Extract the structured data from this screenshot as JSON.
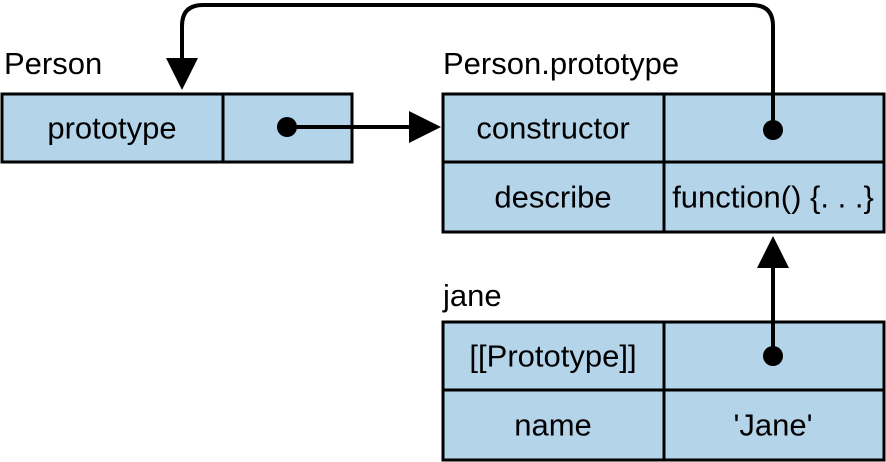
{
  "objects": {
    "person": {
      "title": "Person",
      "rows": [
        {
          "key": "prototype",
          "value": ""
        }
      ]
    },
    "person_prototype": {
      "title": "Person.prototype",
      "rows": [
        {
          "key": "constructor",
          "value": ""
        },
        {
          "key": "describe",
          "value": "function() {. . .}"
        }
      ]
    },
    "jane": {
      "title": "jane",
      "rows": [
        {
          "key": "[[Prototype]]",
          "value": ""
        },
        {
          "key": "name",
          "value": "'Jane'"
        }
      ]
    }
  },
  "colors": {
    "cell_fill": "#b4d4ea",
    "stroke": "#000000"
  }
}
